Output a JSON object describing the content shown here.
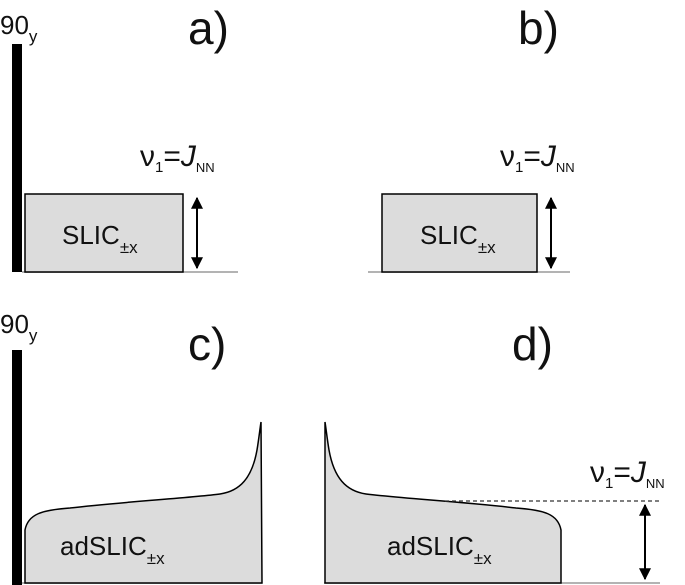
{
  "panels": {
    "a": {
      "letter": "a)",
      "pulse_label": {
        "main": "90",
        "sub": "y"
      },
      "box_label": {
        "main": "SLIC",
        "sub": "±x"
      },
      "amplitude_label": {
        "nu": "ν",
        "nu_sub": "1",
        "eq": "=",
        "J": "J",
        "J_sub": "NN"
      }
    },
    "b": {
      "letter": "b)",
      "box_label": {
        "main": "SLIC",
        "sub": "±x"
      },
      "amplitude_label": {
        "nu": "ν",
        "nu_sub": "1",
        "eq": "=",
        "J": "J",
        "J_sub": "NN"
      }
    },
    "c": {
      "letter": "c)",
      "pulse_label": {
        "main": "90",
        "sub": "y"
      },
      "box_label": {
        "main": "adSLIC",
        "sub": "±x"
      }
    },
    "d": {
      "letter": "d)",
      "box_label": {
        "main": "adSLIC",
        "sub": "±x"
      },
      "amplitude_label": {
        "nu": "ν",
        "nu_sub": "1",
        "eq": "=",
        "J": "J",
        "J_sub": "NN"
      }
    }
  },
  "colors": {
    "pulse_fill": "#000000",
    "shape_fill": "#dcdcdc",
    "shape_stroke": "#000000",
    "baseline": "#9a9a9a",
    "reference_line": "#333333"
  }
}
